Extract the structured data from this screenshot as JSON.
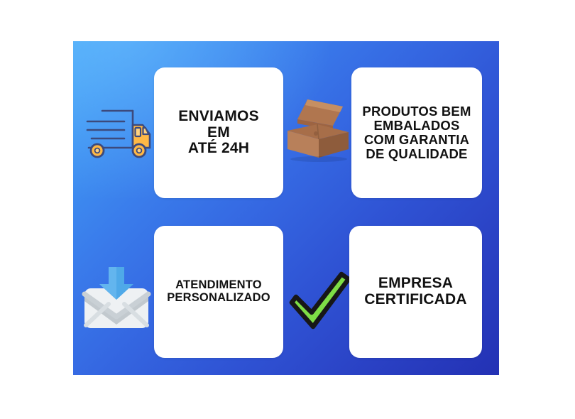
{
  "banner": {
    "background": {
      "gradient_from": "#49aaf7",
      "gradient_mid": "#3568e2",
      "gradient_to": "#2331b4",
      "direction": "135deg"
    },
    "card_background": "#ffffff",
    "text_color": "#111111"
  },
  "features": [
    {
      "id": "shipping",
      "icon": "delivery-truck-icon",
      "icon_colors": {
        "body": "#ffb845",
        "outline": "#3a4a7a",
        "wheel_hub": "#ffb845"
      },
      "text": "ENVIAMOS\nEM\nATÉ 24H"
    },
    {
      "id": "packaging",
      "icon": "cardboard-box-icon",
      "icon_colors": {
        "front": "#b4734a",
        "top": "#9a6240",
        "lid": "#c58a5e",
        "shadow": "#8a5536"
      },
      "text": "PRODUTOS BEM\nEMBALADOS\nCOM GARANTIA\nDE QUALIDADE"
    },
    {
      "id": "support",
      "icon": "envelope-download-icon",
      "icon_colors": {
        "envelope": "#e8ecef",
        "flap": "#b8c0c6",
        "arrow": "#4aa8e8"
      },
      "text": "ATENDIMENTO\nPERSONALIZADO"
    },
    {
      "id": "certified",
      "icon": "green-checkmark-icon",
      "icon_colors": {
        "fill": "#77dd44",
        "outline": "#1a1a1a"
      },
      "text": "EMPRESA\nCERTIFICADA"
    }
  ]
}
